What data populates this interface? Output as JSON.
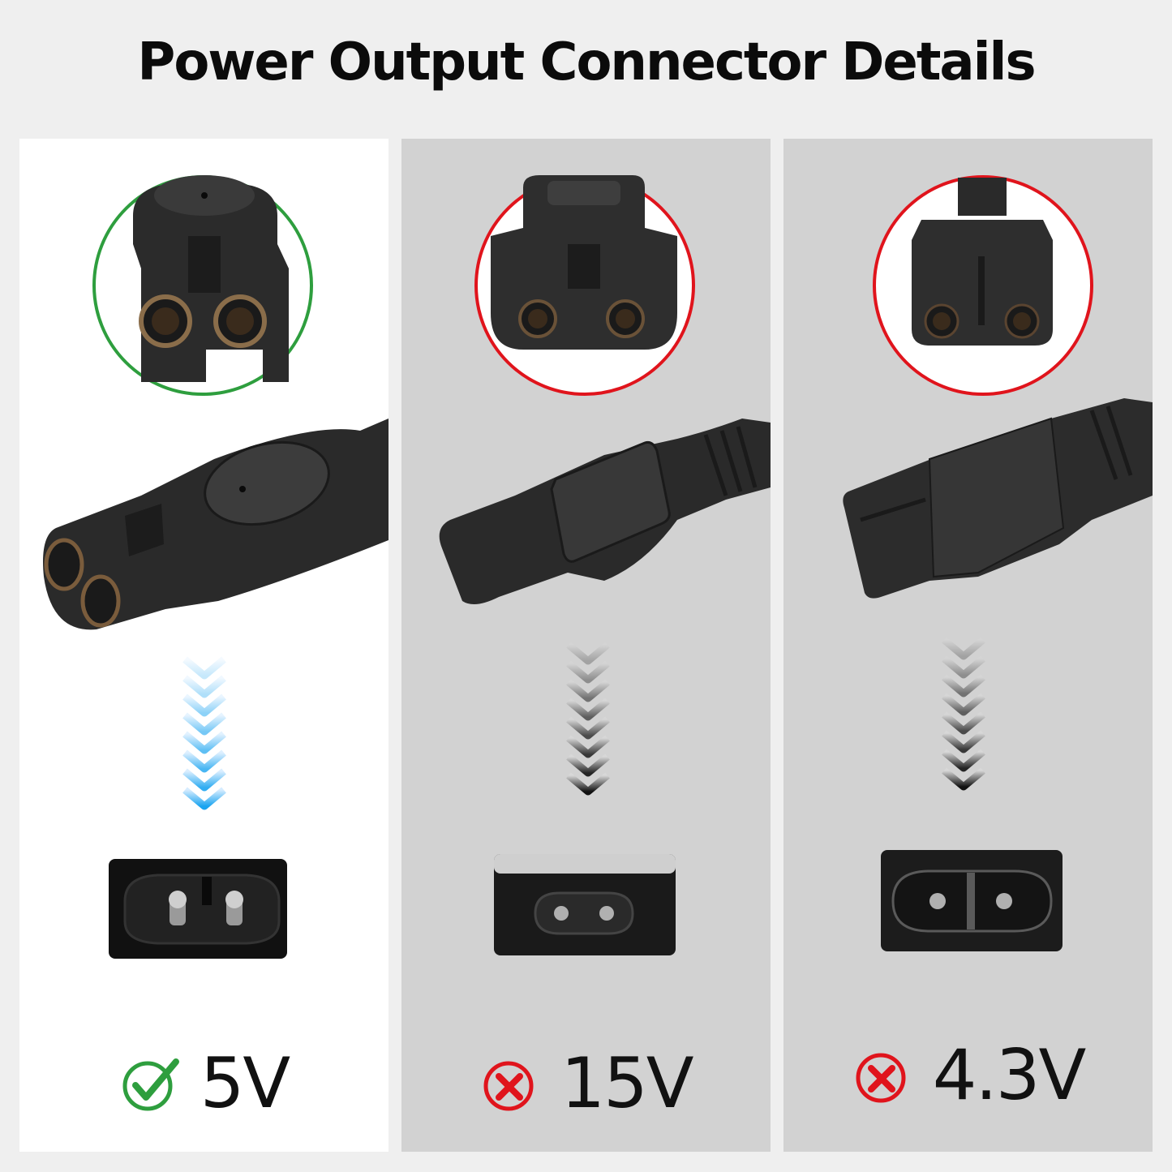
{
  "title": "Power Output Connector Details",
  "panels": [
    {
      "voltage": "5V",
      "status": "compatible",
      "status_icon": "check-icon",
      "ring_color": "#2e9e3e",
      "arrow_color": "#2aa8f2"
    },
    {
      "voltage": "15V",
      "status": "incompatible",
      "status_icon": "cross-icon",
      "ring_color": "#e0141c",
      "arrow_color": "#1a1a1a"
    },
    {
      "voltage": "4.3V",
      "status": "incompatible",
      "status_icon": "cross-icon",
      "ring_color": "#e0141c",
      "arrow_color": "#1a1a1a"
    }
  ]
}
